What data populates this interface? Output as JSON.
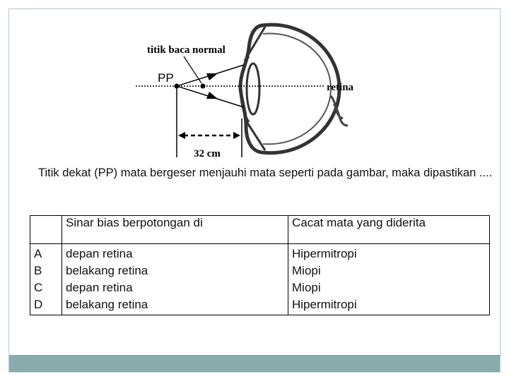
{
  "diagram": {
    "label_near_point": "titik baca normal",
    "label_pp": "PP",
    "label_retina": "retina",
    "label_distance": "32 cm"
  },
  "question": {
    "text": "Titik dekat (PP) mata bergeser menjauhi mata seperti pada gambar, maka dipastikan ...."
  },
  "table": {
    "headers": [
      "",
      "Sinar bias berpotongan di",
      "Cacat mata yang diderita"
    ],
    "letters": [
      "A",
      "B",
      "C",
      "D"
    ],
    "focus": [
      "depan retina",
      "belakang retina",
      "depan retina",
      "belakang retina"
    ],
    "defect": [
      "Hipermitropi",
      "Miopi",
      "Miopi",
      "Hipermitropi"
    ]
  },
  "colors": {
    "frame": "#b8c8c8",
    "bottom_bar": "#8aabab"
  }
}
